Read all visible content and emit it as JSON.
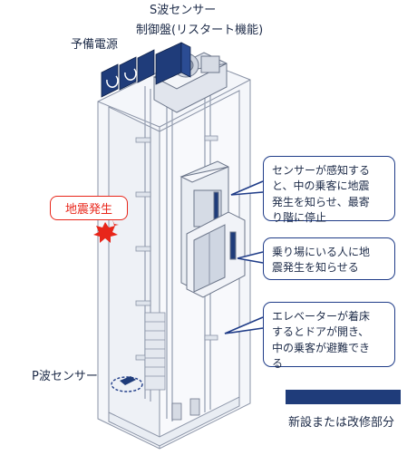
{
  "labels": {
    "s_wave_sensor": "S波センサー",
    "controller": "制御盤(リスタート機能)",
    "backup_power": "予備電源",
    "earthquake": "地震発生",
    "p_wave_sensor": "P波センサー"
  },
  "callouts": [
    "センサーが感知する\nと、中の乗客に地震\n発生を知らせ、最寄\nり階に停止",
    "乗り場にいる人に地\n震発生を知らせる",
    "エレベーターが着床\nするとドアが開き、\n中の乗客が避難でき\nる"
  ],
  "legend": {
    "label": "新設または改修部分",
    "color": "#1f3c7a"
  },
  "colors": {
    "accent": "#1f3c88",
    "alert": "#e8261a",
    "outline": "#8892a6"
  }
}
